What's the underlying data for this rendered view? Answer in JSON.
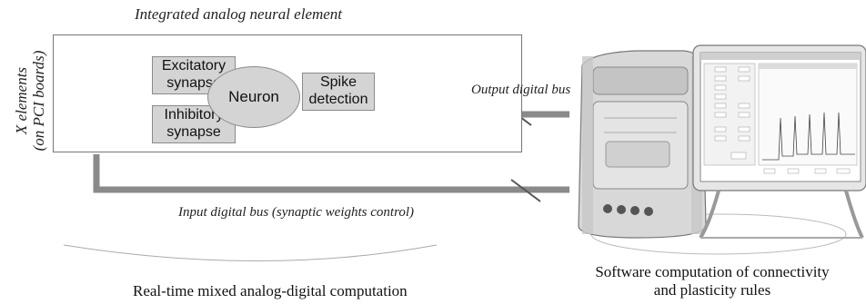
{
  "diagram": {
    "title": "Integrated analog neural element",
    "side_label_line1": "X elements",
    "side_label_line2": "(on PCI boards)",
    "blocks": {
      "excitatory_line1": "Excitatory",
      "excitatory_line2": "synapse",
      "inhibitory_line1": "Inhibitory",
      "inhibitory_line2": "synapse",
      "neuron": "Neuron",
      "spike_line1": "Spike",
      "spike_line2": "detection"
    },
    "output_bus_label": "Output digital bus",
    "input_bus_label": "Input digital bus (synaptic weights control)",
    "bottom_left_caption": "Real-time mixed analog-digital computation",
    "bottom_right_caption_line1": "Software computation of connectivity",
    "bottom_right_caption_line2": "and plasticity rules"
  }
}
